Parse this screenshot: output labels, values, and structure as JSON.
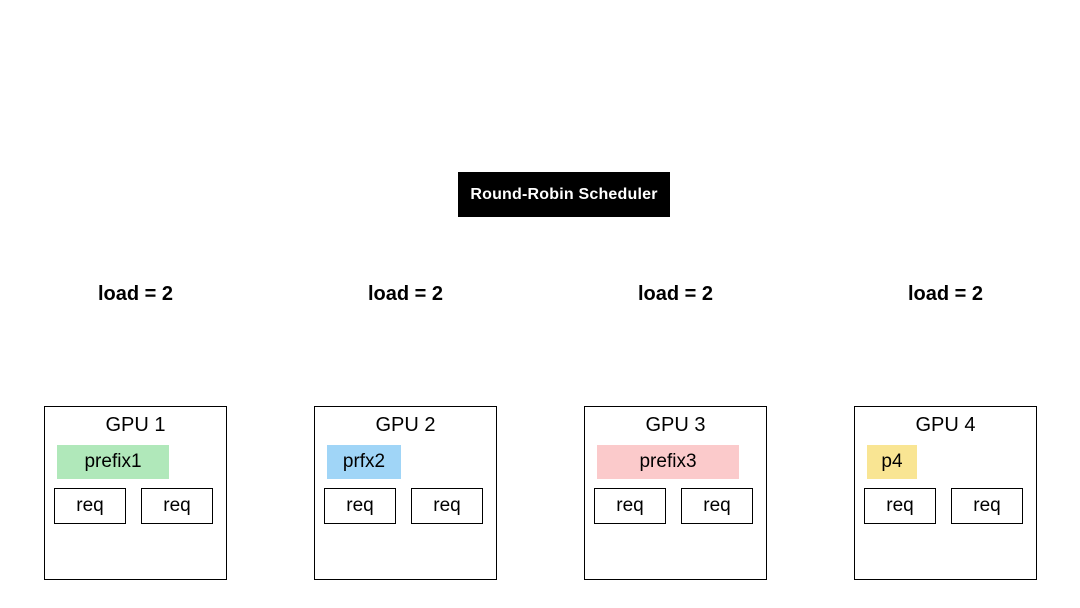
{
  "scheduler": {
    "label": "Round-Robin Scheduler",
    "bg_color": "#000000",
    "text_color": "#ffffff"
  },
  "gpus": [
    {
      "title": "GPU 1",
      "load": "load = 2",
      "prefix": {
        "label": "prefix1",
        "color": "#b0e8ba",
        "width": 112
      },
      "requests": [
        "req",
        "req"
      ]
    },
    {
      "title": "GPU 2",
      "load": "load = 2",
      "prefix": {
        "label": "prfx2",
        "color": "#a0d5f7",
        "width": 74
      },
      "requests": [
        "req",
        "req"
      ]
    },
    {
      "title": "GPU 3",
      "load": "load = 2",
      "prefix": {
        "label": "prefix3",
        "color": "#fbcacb",
        "width": 142
      },
      "requests": [
        "req",
        "req"
      ]
    },
    {
      "title": "GPU 4",
      "load": "load = 2",
      "prefix": {
        "label": "p4",
        "color": "#f9e593",
        "width": 50
      },
      "requests": [
        "req",
        "req"
      ]
    }
  ]
}
